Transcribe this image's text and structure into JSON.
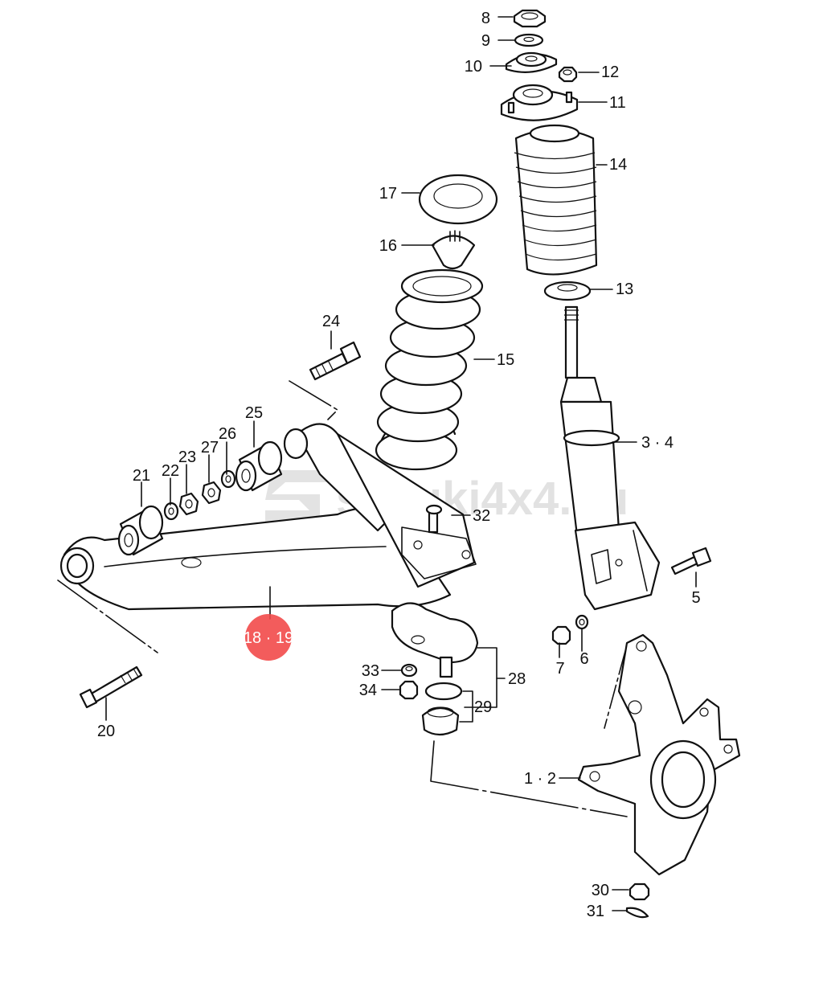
{
  "watermark": {
    "text": "suzuki4x4.hu",
    "color": "#d9d9d9"
  },
  "highlight": {
    "label": "18 · 19",
    "color": "#f24a4a"
  },
  "callouts": {
    "c8": "8",
    "c9": "9",
    "c10": "10",
    "c12": "12",
    "c11": "11",
    "c14": "14",
    "c17": "17",
    "c16": "16",
    "c13": "13",
    "c24": "24",
    "c15": "15",
    "c25": "25",
    "c26": "26",
    "c27": "27",
    "c23": "23",
    "c22": "22",
    "c21": "21",
    "c34_": "3 · 4",
    "c32": "32",
    "c5": "5",
    "c7": "7",
    "c6": "6",
    "c33": "33",
    "c34": "34",
    "c28": "28",
    "c29": "29",
    "c20": "20",
    "c12_": "1 · 2",
    "c30": "30",
    "c31": "31"
  }
}
